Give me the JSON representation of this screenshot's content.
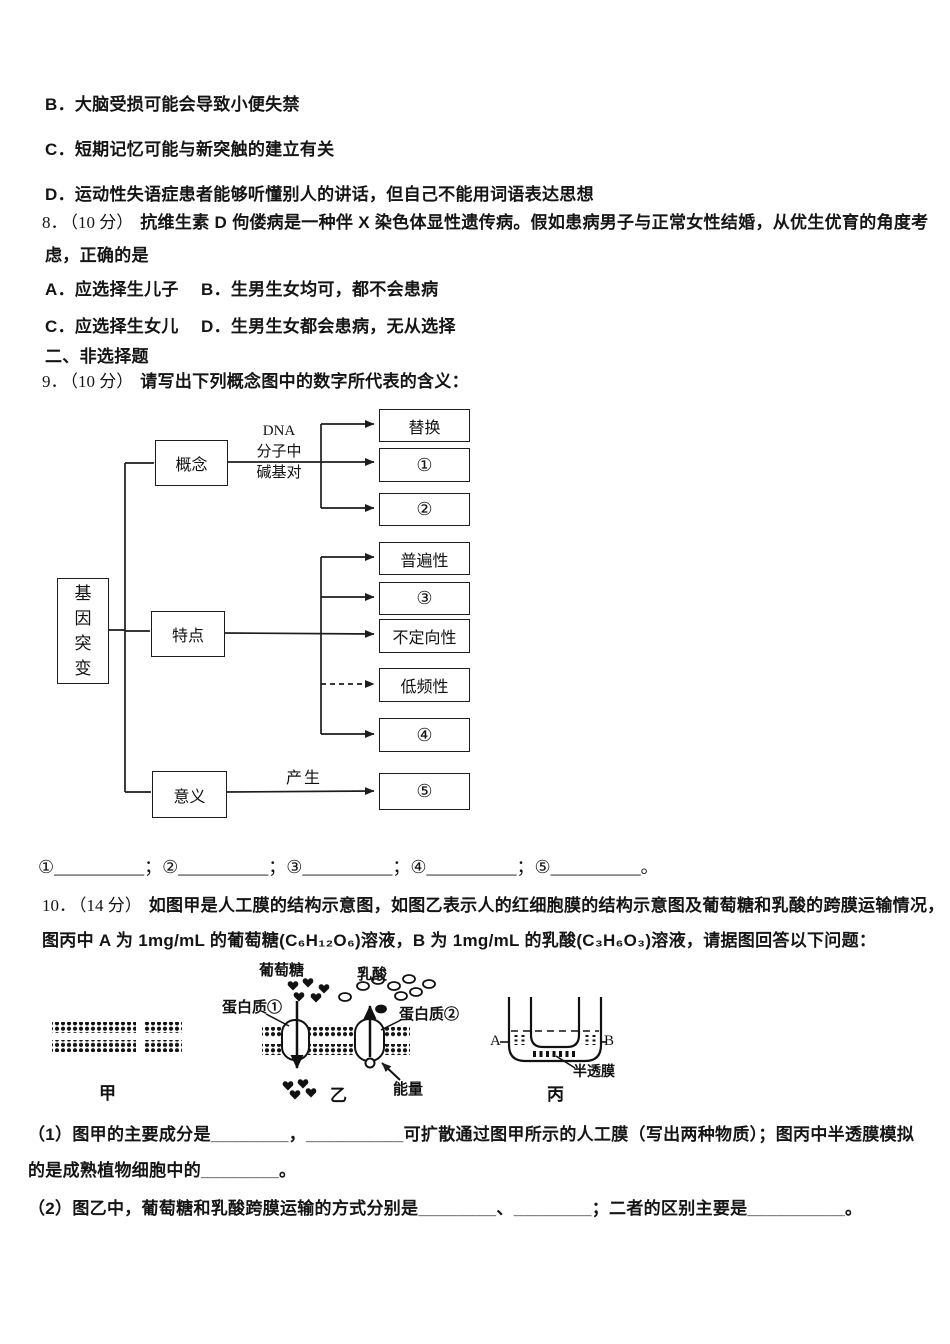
{
  "q7": {
    "options": [
      "B．大脑受损可能会导致小便失禁",
      "C．短期记忆可能与新突触的建立有关",
      "D．运动性失语症患者能够听懂别人的讲话，但自己不能用词语表达思想"
    ]
  },
  "q8": {
    "number": "8．",
    "score": "（10 分）",
    "stem_line1": "抗维生素 D 佝偻病是一种伴 X 染色体显性遗传病。假如患病男子与正常女性结婚，从优生优育的角度考",
    "stem_line2": "虑，正确的是",
    "options_row1": "A．应选择生儿子　 B．生男生女均可，都不会患病",
    "options_row2": "C．应选择生女儿　 D．生男生女都会患病，无从选择"
  },
  "section2_title": "二、非选择题",
  "q9": {
    "number": "9．",
    "score": "（10 分）",
    "stem": "请写出下列概念图中的数字所代表的含义：",
    "diagram": {
      "root": "基因突变",
      "concept": "概念",
      "feature": "特点",
      "meaning": "意义",
      "concept_edge_label": "DNA\n分子中\n碱基对",
      "meaning_edge_label": "产生",
      "concept_items": [
        "替换",
        "①",
        "②"
      ],
      "feature_items": [
        "普遍性",
        "③",
        "不定向性",
        "低频性",
        "④"
      ],
      "meaning_items": [
        "⑤"
      ]
    },
    "blanks": "①__________；②__________；③__________；④__________；⑤__________。"
  },
  "q10": {
    "number": "10．",
    "score": "（14 分）",
    "stem_line1": "如图甲是人工膜的结构示意图，如图乙表示人的红细胞膜的结构示意图及葡萄糖和乳酸的跨膜运输情况，",
    "stem_line2": "图丙中 A 为 1mg/mL 的葡萄糖(C₆H₁₂O₆)溶液，B 为 1mg/mL 的乳酸(C₃H₆O₃)溶液，请据图回答以下问题：",
    "figure": {
      "jia": "甲",
      "yi": "乙",
      "bing": "丙",
      "glucose": "葡萄糖",
      "lactate": "乳酸",
      "protein1": "蛋白质①",
      "protein2": "蛋白质②",
      "energy": "能量",
      "semi_membrane": "半透膜",
      "label_a": "A",
      "label_b": "B"
    },
    "sub1_line1": "（1）图甲的主要成分是________，__________可扩散通过图甲所示的人工膜（写出两种物质）；图丙中半透膜模拟",
    "sub1_line2": "的是成熟植物细胞中的________。",
    "sub2": "（2）图乙中，葡萄糖和乳酸跨膜运输的方式分别是________、________；二者的区别主要是__________。"
  }
}
